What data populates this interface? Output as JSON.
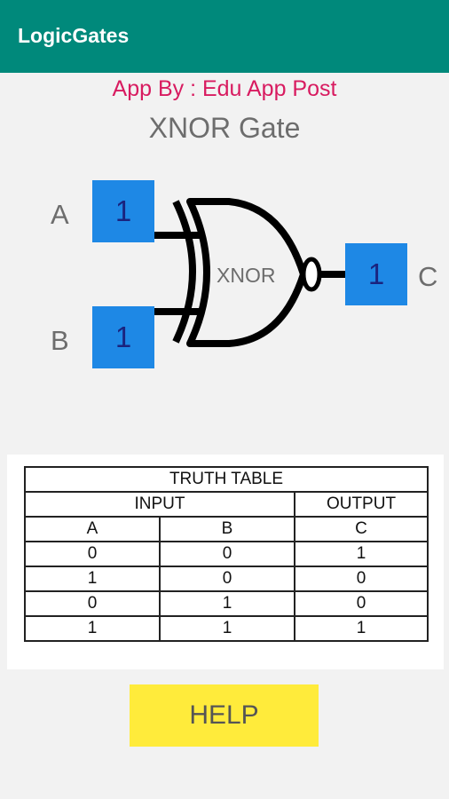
{
  "appbar": {
    "title": "LogicGates"
  },
  "credit": "App By : Edu App Post",
  "gate": {
    "title": "XNOR Gate",
    "symbol_label": "XNOR",
    "input_a": {
      "label": "A",
      "value": "1"
    },
    "input_b": {
      "label": "B",
      "value": "1"
    },
    "output_c": {
      "label": "C",
      "value": "1"
    }
  },
  "truth_table": {
    "title": "TRUTH TABLE",
    "input_header": "INPUT",
    "output_header": "OUTPUT",
    "columns": [
      "A",
      "B",
      "C"
    ],
    "rows": [
      [
        "0",
        "0",
        "1"
      ],
      [
        "1",
        "0",
        "0"
      ],
      [
        "0",
        "1",
        "0"
      ],
      [
        "1",
        "1",
        "1"
      ]
    ]
  },
  "help_label": "HELP",
  "colors": {
    "appbar": "#00897b",
    "credit": "#d81b60",
    "pin_box": "#1e88e5",
    "pin_text": "#1a237e",
    "help_button": "#ffeb3b"
  }
}
